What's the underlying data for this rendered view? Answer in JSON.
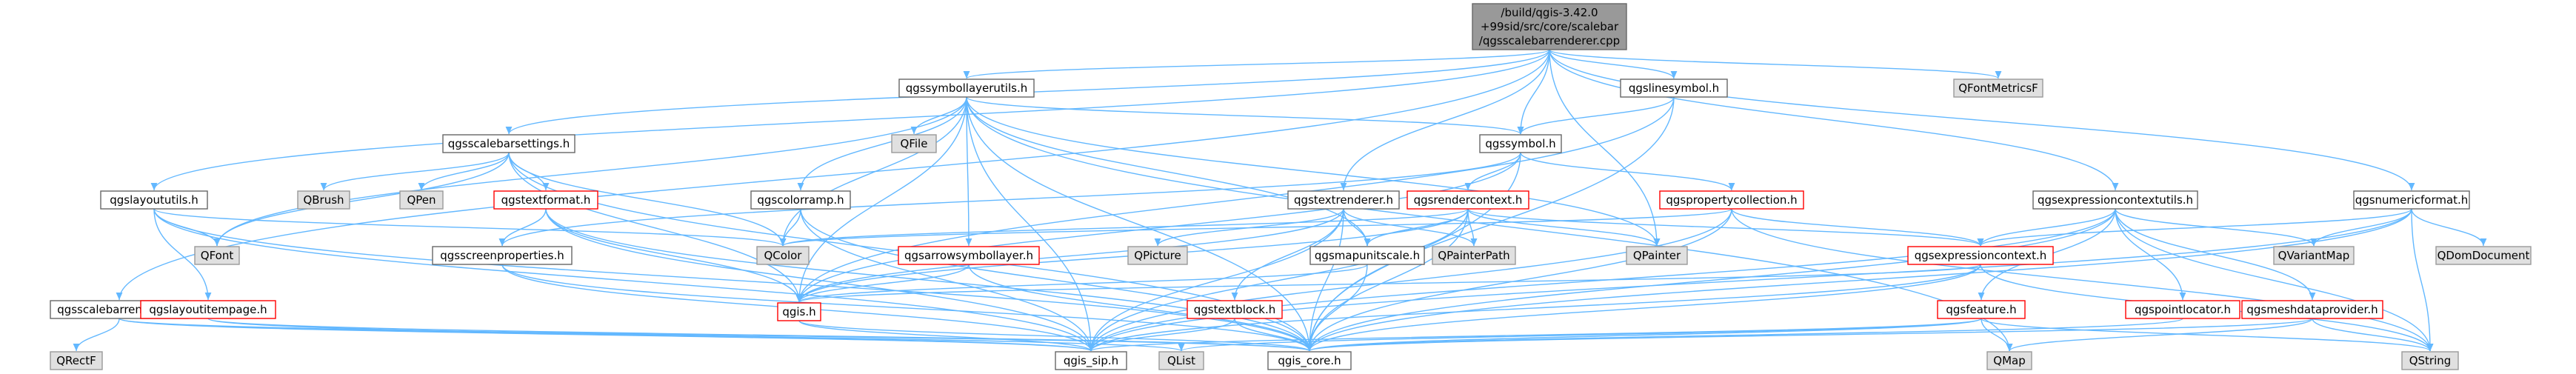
{
  "colors": {
    "edge": "#63b8ff",
    "text_red": "#cc0000",
    "root_fill": "#999999",
    "root_stroke": "#666666",
    "node_fill": "#ffffff",
    "node_stroke": "#666666",
    "red_stroke": "#ff0000",
    "ext_fill": "#e0e0e0",
    "ext_stroke": "#999999"
  },
  "nodes": [
    {
      "id": "root",
      "lines": [
        "/build/qgis-3.42.0",
        "+99sid/src/core/scalebar",
        "/qgsscalebarrenderer.cpp"
      ],
      "kind": "root"
    },
    {
      "id": "qgsscalebarrenderer_h",
      "lines": [
        "qgsscalebarrenderer.h"
      ],
      "kind": "normal"
    },
    {
      "id": "qgslayoututils_h",
      "lines": [
        "qgslayoututils.h"
      ],
      "kind": "normal"
    },
    {
      "id": "qgssymbollayerutils_h",
      "lines": [
        "qgssymbollayerutils.h"
      ],
      "kind": "normal"
    },
    {
      "id": "qgslinesymbol_h",
      "lines": [
        "qgslinesymbol.h"
      ],
      "kind": "normal"
    },
    {
      "id": "qgssymbol_h",
      "lines": [
        "qgssymbol.h"
      ],
      "kind": "normal"
    },
    {
      "id": "qgsscalebarsettings_h",
      "lines": [
        "qgsscalebarsettings.h"
      ],
      "kind": "normal"
    },
    {
      "id": "qgstextrenderer_h",
      "lines": [
        "qgstextrenderer.h"
      ],
      "kind": "normal"
    },
    {
      "id": "qgsexpressioncontextutils_h",
      "lines": [
        "qgsexpressioncontextutils.h"
      ],
      "kind": "normal"
    },
    {
      "id": "qgsnumericformat_h",
      "lines": [
        "qgsnumericformat.h"
      ],
      "kind": "normal"
    },
    {
      "id": "QFontMetricsF",
      "lines": [
        "QFontMetricsF"
      ],
      "kind": "ext"
    },
    {
      "id": "QFile",
      "lines": [
        "QFile"
      ],
      "kind": "ext"
    },
    {
      "id": "QBrush",
      "lines": [
        "QBrush"
      ],
      "kind": "ext"
    },
    {
      "id": "QPen",
      "lines": [
        "QPen"
      ],
      "kind": "ext"
    },
    {
      "id": "qgstextformat_h",
      "lines": [
        "qgstextformat.h"
      ],
      "kind": "red"
    },
    {
      "id": "qgscolorramp_h",
      "lines": [
        "qgscolorramp.h"
      ],
      "kind": "normal"
    },
    {
      "id": "qgsrendercontext_h",
      "lines": [
        "qgsrendercontext.h"
      ],
      "kind": "red"
    },
    {
      "id": "qgspropertycollection_h",
      "lines": [
        "qgspropertycollection.h"
      ],
      "kind": "red"
    },
    {
      "id": "QFont",
      "lines": [
        "QFont"
      ],
      "kind": "ext"
    },
    {
      "id": "QColor",
      "lines": [
        "QColor"
      ],
      "kind": "ext"
    },
    {
      "id": "qgsscreenproperties_h",
      "lines": [
        "qgsscreenproperties.h"
      ],
      "kind": "normal"
    },
    {
      "id": "QPicture",
      "lines": [
        "QPicture"
      ],
      "kind": "ext"
    },
    {
      "id": "qgsarrowsymbollayer_h",
      "lines": [
        "qgsarrowsymbollayer.h"
      ],
      "kind": "red"
    },
    {
      "id": "qgsmapunitscale_h",
      "lines": [
        "qgsmapunitscale.h"
      ],
      "kind": "normal"
    },
    {
      "id": "QPainterPath",
      "lines": [
        "QPainterPath"
      ],
      "kind": "ext"
    },
    {
      "id": "QPainter",
      "lines": [
        "QPainter"
      ],
      "kind": "ext"
    },
    {
      "id": "qgsexpressioncontext_h",
      "lines": [
        "qgsexpressioncontext.h"
      ],
      "kind": "red"
    },
    {
      "id": "QVariantMap",
      "lines": [
        "QVariantMap"
      ],
      "kind": "ext"
    },
    {
      "id": "QDomDocument",
      "lines": [
        "QDomDocument"
      ],
      "kind": "ext"
    },
    {
      "id": "qgslayoutitempage_h",
      "lines": [
        "qgslayoutitempage.h"
      ],
      "kind": "red"
    },
    {
      "id": "qgis_h",
      "lines": [
        "qgis.h"
      ],
      "kind": "red"
    },
    {
      "id": "qgstextblock_h",
      "lines": [
        "qgstextblock.h"
      ],
      "kind": "red"
    },
    {
      "id": "qgsfeature_h",
      "lines": [
        "qgsfeature.h"
      ],
      "kind": "red"
    },
    {
      "id": "qgspointlocator_h",
      "lines": [
        "qgspointlocator.h"
      ],
      "kind": "red"
    },
    {
      "id": "qgsmeshdataprovider_h",
      "lines": [
        "qgsmeshdataprovider.h"
      ],
      "kind": "red"
    },
    {
      "id": "QRectF",
      "lines": [
        "QRectF"
      ],
      "kind": "ext"
    },
    {
      "id": "qgis_sip_h",
      "lines": [
        "qgis_sip.h"
      ],
      "kind": "normal"
    },
    {
      "id": "QList",
      "lines": [
        "QList"
      ],
      "kind": "ext"
    },
    {
      "id": "qgis_core_h",
      "lines": [
        "qgis_core.h"
      ],
      "kind": "normal"
    },
    {
      "id": "QMap",
      "lines": [
        "QMap"
      ],
      "kind": "ext"
    },
    {
      "id": "QString",
      "lines": [
        "QString"
      ],
      "kind": "ext"
    }
  ],
  "edges": [
    [
      "root",
      "qgsscalebarrenderer_h"
    ],
    [
      "root",
      "qgslayoututils_h"
    ],
    [
      "root",
      "qgssymbollayerutils_h"
    ],
    [
      "root",
      "qgslinesymbol_h"
    ],
    [
      "root",
      "qgssymbol_h"
    ],
    [
      "root",
      "qgsscalebarsettings_h"
    ],
    [
      "root",
      "qgstextrenderer_h"
    ],
    [
      "root",
      "qgsexpressioncontextutils_h"
    ],
    [
      "root",
      "qgsnumericformat_h"
    ],
    [
      "root",
      "QFontMetricsF"
    ],
    [
      "root",
      "QPainter"
    ],
    [
      "qgsscalebarrenderer_h",
      "QRectF"
    ],
    [
      "qgsscalebarrenderer_h",
      "qgis_sip_h"
    ],
    [
      "qgsscalebarrenderer_h",
      "qgis_core_h"
    ],
    [
      "qgsscalebarrenderer_h",
      "QList"
    ],
    [
      "qgslayoututils_h",
      "QFont"
    ],
    [
      "qgslayoututils_h",
      "QColor"
    ],
    [
      "qgslayoututils_h",
      "qgslayoutitempage_h"
    ],
    [
      "qgslayoututils_h",
      "qgis_sip_h"
    ],
    [
      "qgslayoututils_h",
      "qgis_core_h"
    ],
    [
      "qgssymbollayerutils_h",
      "QFile"
    ],
    [
      "qgssymbollayerutils_h",
      "qgssymbol_h"
    ],
    [
      "qgssymbollayerutils_h",
      "qgscolorramp_h"
    ],
    [
      "qgssymbollayerutils_h",
      "QFont"
    ],
    [
      "qgssymbollayerutils_h",
      "QColor"
    ],
    [
      "qgssymbollayerutils_h",
      "qgsarrowsymbollayer_h"
    ],
    [
      "qgssymbollayerutils_h",
      "qgsmapunitscale_h"
    ],
    [
      "qgssymbollayerutils_h",
      "QPainter"
    ],
    [
      "qgssymbollayerutils_h",
      "qgis_h"
    ],
    [
      "qgssymbollayerutils_h",
      "qgis_core_h"
    ],
    [
      "qgssymbollayerutils_h",
      "qgis_sip_h"
    ],
    [
      "qgssymbollayerutils_h",
      "QMap"
    ],
    [
      "qgslinesymbol_h",
      "qgssymbol_h"
    ],
    [
      "qgslinesymbol_h",
      "qgis_core_h"
    ],
    [
      "qgslinesymbol_h",
      "qgis_h"
    ],
    [
      "qgssymbol_h",
      "qgsrendercontext_h"
    ],
    [
      "qgssymbol_h",
      "qgspropertycollection_h"
    ],
    [
      "qgssymbol_h",
      "qgis_core_h"
    ],
    [
      "qgssymbol_h",
      "qgis_h"
    ],
    [
      "qgssymbol_h",
      "qgsscreenproperties_h"
    ],
    [
      "qgsscalebarsettings_h",
      "QBrush"
    ],
    [
      "qgsscalebarsettings_h",
      "QPen"
    ],
    [
      "qgsscalebarsettings_h",
      "qgstextformat_h"
    ],
    [
      "qgsscalebarsettings_h",
      "QFont"
    ],
    [
      "qgsscalebarsettings_h",
      "QColor"
    ],
    [
      "qgsscalebarsettings_h",
      "qgis_h"
    ],
    [
      "qgsscalebarsettings_h",
      "qgis_core_h"
    ],
    [
      "qgstextformat_h",
      "qgsscreenproperties_h"
    ],
    [
      "qgstextformat_h",
      "qgis_h"
    ],
    [
      "qgstextformat_h",
      "qgis_core_h"
    ],
    [
      "qgstextformat_h",
      "qgis_sip_h"
    ],
    [
      "qgscolorramp_h",
      "QColor"
    ],
    [
      "qgscolorramp_h",
      "qgis_core_h"
    ],
    [
      "qgscolorramp_h",
      "qgis_sip_h"
    ],
    [
      "qgstextrenderer_h",
      "QPicture"
    ],
    [
      "qgstextrenderer_h",
      "qgsmapunitscale_h"
    ],
    [
      "qgstextrenderer_h",
      "qgstextblock_h"
    ],
    [
      "qgstextrenderer_h",
      "qgis_h"
    ],
    [
      "qgstextrenderer_h",
      "qgis_core_h"
    ],
    [
      "qgstextrenderer_h",
      "qgis_sip_h"
    ],
    [
      "qgstextrenderer_h",
      "QPainterPath"
    ],
    [
      "qgsrendercontext_h",
      "QColor"
    ],
    [
      "qgsrendercontext_h",
      "QPainterPath"
    ],
    [
      "qgsrendercontext_h",
      "qgsmapunitscale_h"
    ],
    [
      "qgsrendercontext_h",
      "QPainter"
    ],
    [
      "qgsrendercontext_h",
      "qgsexpressioncontext_h"
    ],
    [
      "qgsrendercontext_h",
      "qgis_h"
    ],
    [
      "qgsrendercontext_h",
      "qgis_core_h"
    ],
    [
      "qgsrendercontext_h",
      "qgis_sip_h"
    ],
    [
      "qgspropertycollection_h",
      "QColor"
    ],
    [
      "qgspropertycollection_h",
      "qgsexpressioncontext_h"
    ],
    [
      "qgspropertycollection_h",
      "qgis_core_h"
    ],
    [
      "qgspropertycollection_h",
      "qgis_sip_h"
    ],
    [
      "qgspropertycollection_h",
      "QString"
    ],
    [
      "qgsexpressioncontextutils_h",
      "qgsexpressioncontext_h"
    ],
    [
      "qgsexpressioncontextutils_h",
      "qgsfeature_h"
    ],
    [
      "qgsexpressioncontextutils_h",
      "qgspointlocator_h"
    ],
    [
      "qgsexpressioncontextutils_h",
      "qgsmeshdataprovider_h"
    ],
    [
      "qgsexpressioncontextutils_h",
      "QVariantMap"
    ],
    [
      "qgsexpressioncontextutils_h",
      "qgis_core_h"
    ],
    [
      "qgsexpressioncontextutils_h",
      "qgis_sip_h"
    ],
    [
      "qgsexpressioncontextutils_h",
      "QString"
    ],
    [
      "qgsnumericformat_h",
      "QVariantMap"
    ],
    [
      "qgsnumericformat_h",
      "QDomDocument"
    ],
    [
      "qgsnumericformat_h",
      "qgsexpressioncontext_h"
    ],
    [
      "qgsnumericformat_h",
      "QString"
    ],
    [
      "qgsnumericformat_h",
      "qgis_core_h"
    ],
    [
      "qgsnumericformat_h",
      "qgis_sip_h"
    ],
    [
      "qgsscreenproperties_h",
      "qgis_core_h"
    ],
    [
      "qgsscreenproperties_h",
      "qgis_sip_h"
    ],
    [
      "qgsarrowsymbollayer_h",
      "qgis_h"
    ],
    [
      "qgsarrowsymbollayer_h",
      "qgis_core_h"
    ],
    [
      "qgsmapunitscale_h",
      "qgis_core_h"
    ],
    [
      "qgsmapunitscale_h",
      "qgis_h"
    ],
    [
      "qgsexpressioncontext_h",
      "qgis_h"
    ],
    [
      "qgsexpressioncontext_h",
      "qgis_core_h"
    ],
    [
      "qgsexpressioncontext_h",
      "qgis_sip_h"
    ],
    [
      "qgsexpressioncontext_h",
      "QString"
    ],
    [
      "qgslayoutitempage_h",
      "qgis_core_h"
    ],
    [
      "qgslayoutitempage_h",
      "qgis_sip_h"
    ],
    [
      "qgis_h",
      "qgis_sip_h"
    ],
    [
      "qgis_h",
      "qgis_core_h"
    ],
    [
      "qgstextblock_h",
      "qgis_core_h"
    ],
    [
      "qgstextblock_h",
      "qgis_sip_h"
    ],
    [
      "qgsfeature_h",
      "QMap"
    ],
    [
      "qgsfeature_h",
      "QString"
    ],
    [
      "qgsfeature_h",
      "QList"
    ],
    [
      "qgsfeature_h",
      "qgis_core_h"
    ],
    [
      "qgsfeature_h",
      "qgis_sip_h"
    ],
    [
      "qgspointlocator_h",
      "qgis_core_h"
    ],
    [
      "qgsmeshdataprovider_h",
      "QMap"
    ],
    [
      "qgsmeshdataprovider_h",
      "QString"
    ],
    [
      "qgsmeshdataprovider_h",
      "qgis_core_h"
    ]
  ]
}
